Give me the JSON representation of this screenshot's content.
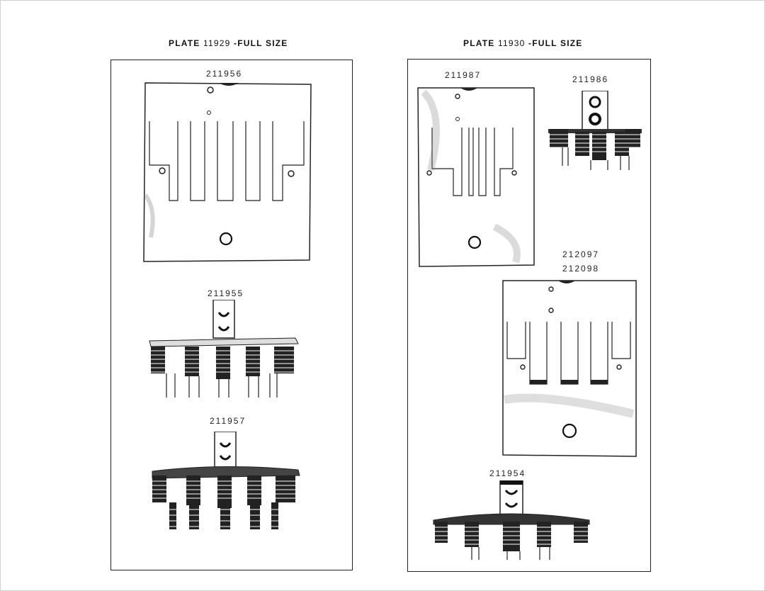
{
  "plates": [
    {
      "heading_prefix": "PLATE",
      "number": "11929",
      "heading_suffix": "-FULL SIZE",
      "parts": [
        "211956",
        "211955",
        "211957"
      ]
    },
    {
      "heading_prefix": "PLATE",
      "number": "11930",
      "heading_suffix": "-FULL SIZE",
      "parts": [
        "211987",
        "211986",
        "212097",
        "212098",
        "211954"
      ]
    }
  ]
}
